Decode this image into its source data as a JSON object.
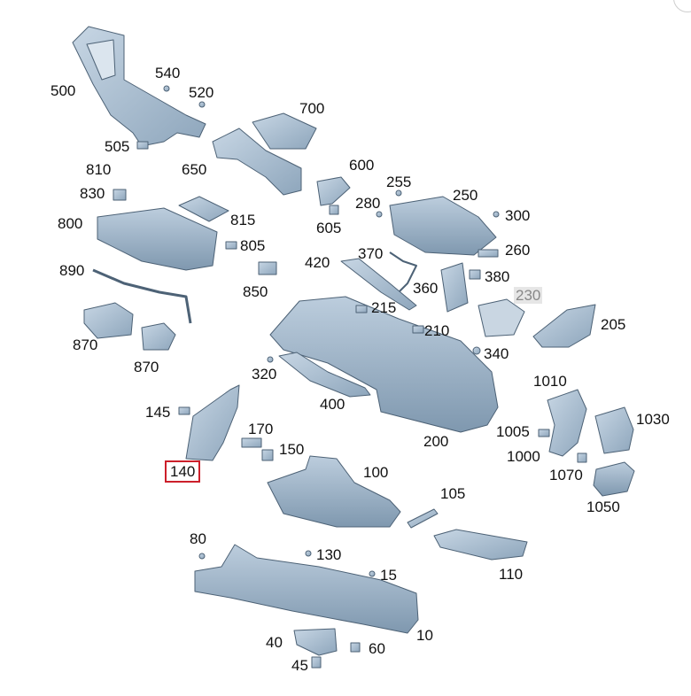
{
  "parts": [
    {
      "id": "p540",
      "label": "540"
    },
    {
      "id": "p520",
      "label": "520"
    },
    {
      "id": "p500",
      "label": "500"
    },
    {
      "id": "p700",
      "label": "700"
    },
    {
      "id": "p505",
      "label": "505"
    },
    {
      "id": "p650",
      "label": "650"
    },
    {
      "id": "p810",
      "label": "810"
    },
    {
      "id": "p830",
      "label": "830"
    },
    {
      "id": "p600",
      "label": "600"
    },
    {
      "id": "p255",
      "label": "255"
    },
    {
      "id": "p250",
      "label": "250"
    },
    {
      "id": "p280",
      "label": "280"
    },
    {
      "id": "p300",
      "label": "300"
    },
    {
      "id": "p800",
      "label": "800"
    },
    {
      "id": "p815",
      "label": "815"
    },
    {
      "id": "p605",
      "label": "605"
    },
    {
      "id": "p805",
      "label": "805"
    },
    {
      "id": "p370",
      "label": "370"
    },
    {
      "id": "p260",
      "label": "260"
    },
    {
      "id": "p420",
      "label": "420"
    },
    {
      "id": "p890",
      "label": "890"
    },
    {
      "id": "p380",
      "label": "380"
    },
    {
      "id": "p850",
      "label": "850"
    },
    {
      "id": "p360",
      "label": "360"
    },
    {
      "id": "p230",
      "label": "230"
    },
    {
      "id": "p215",
      "label": "215"
    },
    {
      "id": "p205",
      "label": "205"
    },
    {
      "id": "p210",
      "label": "210"
    },
    {
      "id": "p870a",
      "label": "870"
    },
    {
      "id": "p870b",
      "label": "870"
    },
    {
      "id": "p340",
      "label": "340"
    },
    {
      "id": "p320",
      "label": "320"
    },
    {
      "id": "p1010",
      "label": "1010"
    },
    {
      "id": "p400",
      "label": "400"
    },
    {
      "id": "p145",
      "label": "145"
    },
    {
      "id": "p1030",
      "label": "1030"
    },
    {
      "id": "p170",
      "label": "170"
    },
    {
      "id": "p200",
      "label": "200"
    },
    {
      "id": "p1005",
      "label": "1005"
    },
    {
      "id": "p150",
      "label": "150"
    },
    {
      "id": "p1000",
      "label": "1000"
    },
    {
      "id": "p140",
      "label": "140"
    },
    {
      "id": "p100",
      "label": "100"
    },
    {
      "id": "p1070",
      "label": "1070"
    },
    {
      "id": "p105",
      "label": "105"
    },
    {
      "id": "p1050",
      "label": "1050"
    },
    {
      "id": "p80",
      "label": "80"
    },
    {
      "id": "p130",
      "label": "130"
    },
    {
      "id": "p110",
      "label": "110"
    },
    {
      "id": "p15",
      "label": "15"
    },
    {
      "id": "p40",
      "label": "40"
    },
    {
      "id": "p10",
      "label": "10"
    },
    {
      "id": "p60",
      "label": "60"
    },
    {
      "id": "p45",
      "label": "45"
    }
  ],
  "highlight": {
    "part_id": "p140",
    "color": "#cc1f2a"
  },
  "dimmed_part_id": "p230",
  "part_fill": "#a9bfd4",
  "part_stroke": "#4d6276"
}
